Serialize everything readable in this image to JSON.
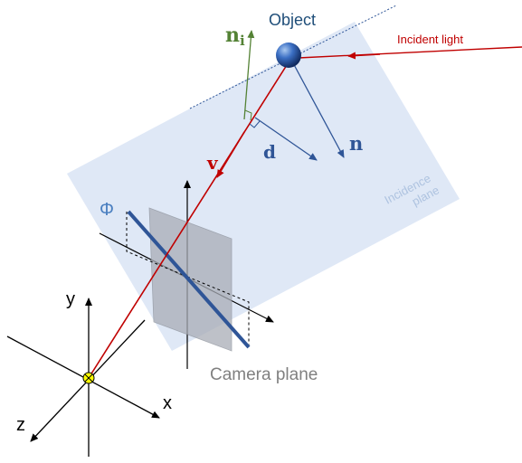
{
  "labels": {
    "object": "Object",
    "incident_light": "Incident light",
    "n_i_base": "n",
    "n_i_sub": "i",
    "v": "v",
    "d": "d",
    "n": "n",
    "phi": "Φ",
    "incidence_plane_line1": "Incidence",
    "incidence_plane_line2": "plane",
    "camera_plane": "Camera plane",
    "axis_x": "x",
    "axis_y": "y",
    "axis_z": "z"
  },
  "colors": {
    "incidence_plane_fill": "#dde7f5",
    "incidence_plane_text": "#aec3e0",
    "camera_plane_fill": "#a9adb6",
    "incident_light": "#c00000",
    "normal_green": "#548235",
    "vector_blue": "#2f5597",
    "phi_blue": "#4a7fc0",
    "object_label": "#1f4e79",
    "camera_text": "#808080",
    "axes": "#000000",
    "origin_dot": "#ffff00"
  }
}
